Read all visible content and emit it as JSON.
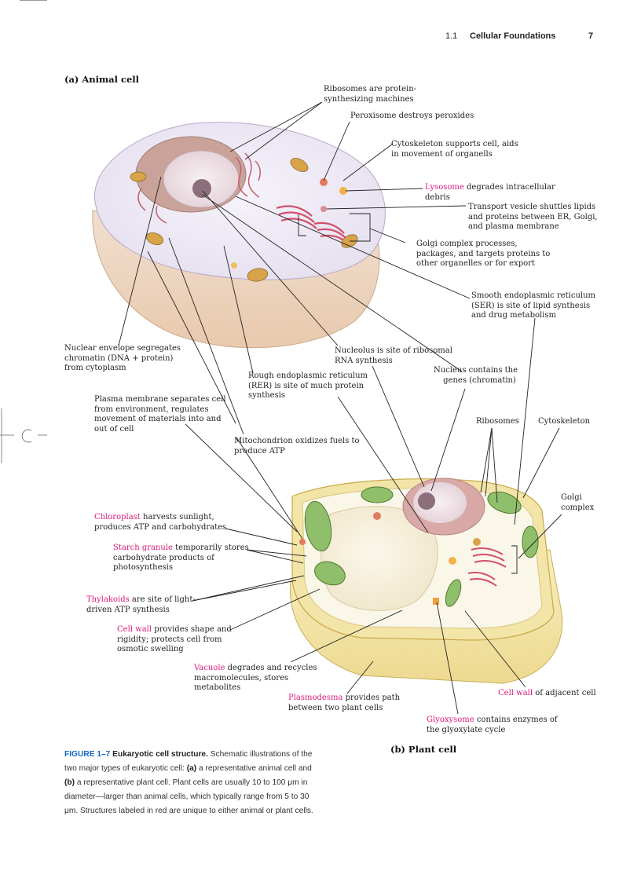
{
  "header": {
    "section_number": "1.1",
    "section_title": "Cellular Foundations",
    "page_number": "7"
  },
  "animal": {
    "title": "(a) Animal cell",
    "labels": {
      "ribosomes": [
        "Ribosomes are protein-",
        "synthesizing machines"
      ],
      "peroxisome": "Peroxisome destroys peroxides",
      "cytoskeleton": [
        "Cytoskeleton supports cell, aids",
        "in movement of organells"
      ],
      "lysosome_name": "Lysosome",
      "lysosome_rest": " degrades intracellular",
      "lysosome_line2": "debris",
      "transport_vesicle": [
        "Transport vesicle shuttles lipids",
        "and proteins between ER, Golgi,",
        "and plasma membrane"
      ],
      "golgi": [
        "Golgi complex processes,",
        "packages, and targets proteins to",
        "other organelles or for export"
      ],
      "ser": [
        "Smooth endoplasmic reticulum",
        "(SER) is site of lipid synthesis",
        "and drug metabolism"
      ],
      "nuclear_envelope": [
        "Nuclear envelope segregates",
        "chromatin (DNA + protein)",
        "from cytoplasm"
      ],
      "nucleolus": [
        "Nucleolus is site of ribosomal",
        "RNA synthesis"
      ],
      "rer": [
        "Rough endoplasmic reticulum",
        "(RER) is site of much protein",
        "synthesis"
      ],
      "nucleus": [
        "Nucleus contains the",
        "genes (chromatin)"
      ],
      "plasma_membrane": [
        "Plasma membrane separates cell",
        "from environment, regulates",
        "movement of materials into and",
        "out of cell"
      ],
      "mitochondrion": [
        "Mitochondrion oxidizes fuels to",
        "produce ATP"
      ]
    }
  },
  "plant": {
    "title": "(b) Plant cell",
    "labels": {
      "ribosomes": "Ribosomes",
      "cytoskeleton": "Cytoskeleton",
      "golgi": [
        "Golgi",
        "complex"
      ],
      "chloroplast_name": "Chloroplast",
      "chloroplast_rest": " harvests sunlight,",
      "chloroplast_line2": "produces ATP and carbohydrates",
      "starch_name": "Starch granule",
      "starch_rest": " temporarily stores",
      "starch_lines": [
        "carbohydrate products of",
        "photosynthesis"
      ],
      "thylakoids_name": "Thylakoids",
      "thylakoids_rest": " are site of light-",
      "thylakoids_line2": "driven ATP synthesis",
      "cellwall_name": "Cell wall",
      "cellwall_rest": " provides shape and",
      "cellwall_lines": [
        "rigidity; protects cell from",
        "osmotic swelling"
      ],
      "vacuole_name": "Vacuole",
      "vacuole_rest": " degrades and recycles",
      "vacuole_lines": [
        "macromolecules, stores",
        "metabolites"
      ],
      "plasmodesma_name": "Plasmodesma",
      "plasmodesma_rest": " provides path",
      "plasmodesma_line2": "between two plant cells",
      "adjacent_name": "Cell wall",
      "adjacent_rest": " of adjacent cell",
      "glyoxysome_name": "Glyoxysome",
      "glyoxysome_rest": " contains enzymes of",
      "glyoxysome_line2": "the glyoxylate cycle"
    }
  },
  "caption": {
    "figure_label": "FIGURE 1–7",
    "figure_title": "Eukaryotic cell structure.",
    "text_1": " Schematic illustrations of the two major types of eukaryotic cell: ",
    "a": "(a)",
    "text_2": " a representative animal cell and ",
    "b": "(b)",
    "text_3": " a representative plant cell. Plant cells are usually 10 to 100 μm in diameter—larger than animal cells, which typically range from 5 to 30 μm. Structures labeled in red are unique to either animal or plant cells."
  },
  "colors": {
    "unique_label": "#d81b7b",
    "figure_label": "#1565c0"
  }
}
